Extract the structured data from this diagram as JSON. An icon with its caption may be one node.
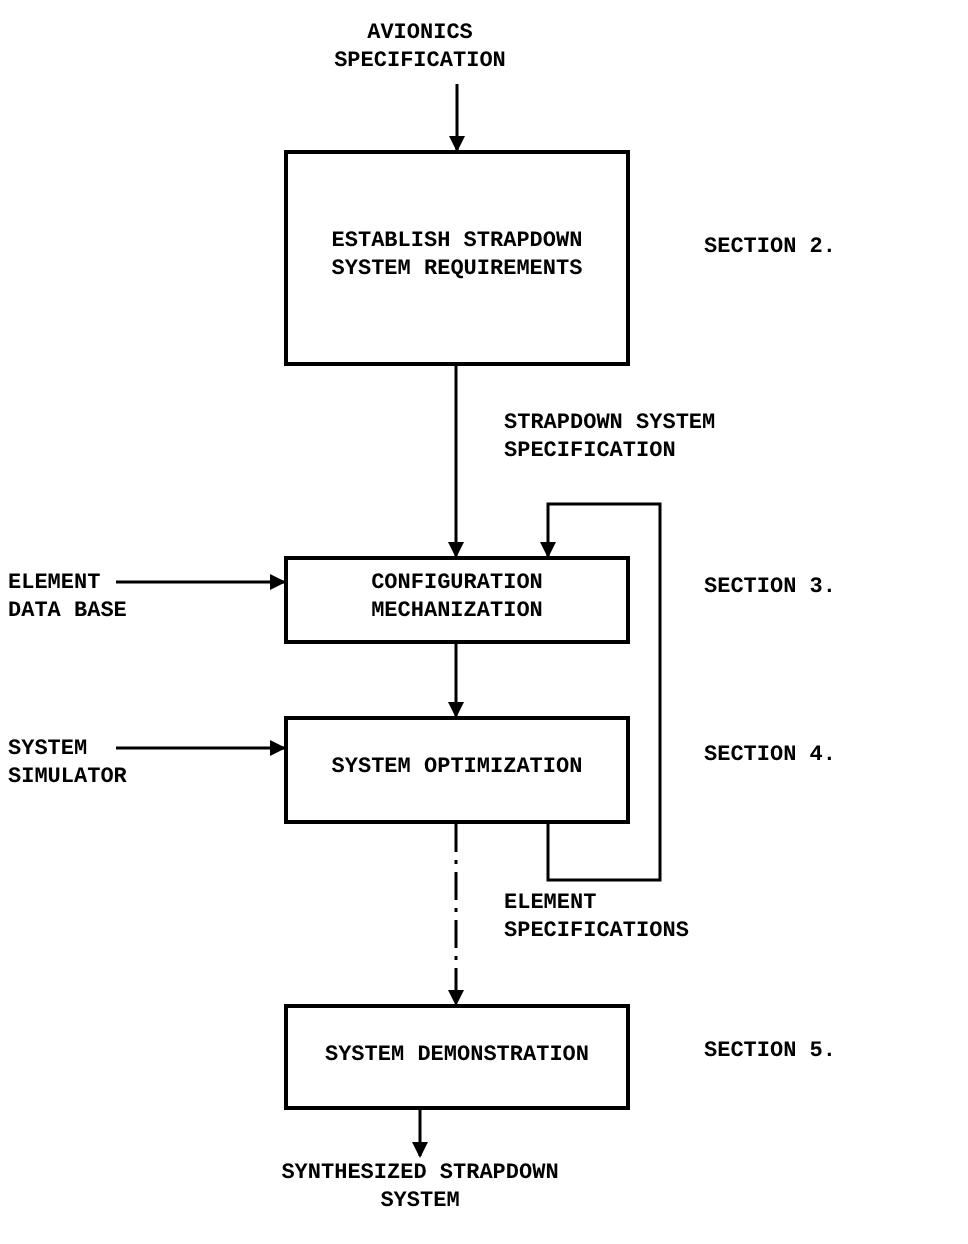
{
  "diagram": {
    "nodes": [
      {
        "text": [
          "AVIONICS SPECIFICATION"
        ]
      },
      {
        "text": [
          "ESTABLISH STRAPDOWN SYSTEM REQUIREMENTS"
        ]
      },
      {
        "text": [
          "ELEMENT DATA BASE"
        ]
      },
      {
        "text": [
          "CONFIGURATION MECHANIZATION"
        ]
      },
      {
        "text": [
          "SYSTEM SIMULATOR"
        ]
      },
      {
        "text": [
          "SYSTEM OPTIMIZATION"
        ]
      },
      {
        "text": [
          "SYSTEM DEMONSTRATION"
        ]
      },
      {
        "text": [
          "SYNTHESIZED STRAPDOWN SYSTEM"
        ]
      }
    ],
    "edges": [
      {
        "from": 0,
        "to": 1,
        "arrow": "to"
      },
      {
        "from": 1,
        "to": 3,
        "arrow": "to"
      },
      {
        "from": 2,
        "to": 3,
        "arrow": "to"
      },
      {
        "from": 5,
        "to": 3,
        "arrow": "to"
      },
      {
        "from": 3,
        "to": 5,
        "arrow": "to"
      },
      {
        "from": 4,
        "to": 5,
        "arrow": "to"
      },
      {
        "from": 5,
        "to": 6,
        "arrow": "to",
        "style": "dashed"
      },
      {
        "from": 6,
        "to": 7,
        "arrow": "to"
      }
    ],
    "labels": [
      "SECTION 2.",
      "STRAPDOWN SYSTEM SPECIFICATION",
      "SECTION 3.",
      "SECTION 4.",
      "ELEMENT SPECIFICATIONS",
      "SECTION 5."
    ]
  }
}
